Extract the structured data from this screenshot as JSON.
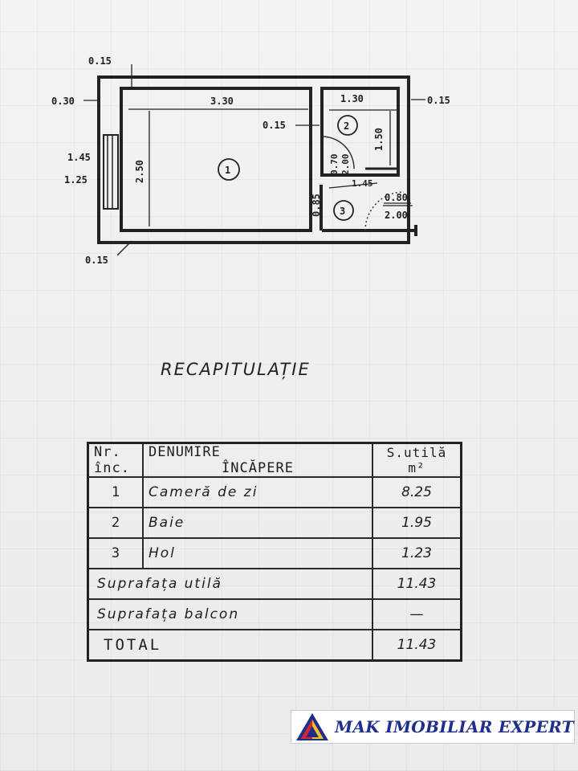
{
  "plan": {
    "dims": {
      "d015_top": "0.15",
      "d030": "0.30",
      "d330": "3.30",
      "d130": "1.30",
      "d015_right": "0.15",
      "d015_mid": "0.15",
      "d150": "1.50",
      "d250": "2.50",
      "d145": "1.45",
      "d125": "1.25",
      "d070": "0.70",
      "d200a": "2.00",
      "d145b": "1.45",
      "d085": "0.85",
      "d080": "0.80",
      "d200b": "2.00",
      "d015_bottom": "0.15"
    },
    "rooms": [
      "1",
      "2",
      "3"
    ]
  },
  "title": "RECAPITULAȚIE",
  "table": {
    "header": {
      "nr_line1": "Nr.",
      "nr_line2": "înc.",
      "name_line1": "DENUMIRE",
      "name_line2": "ÎNCĂPERE",
      "area_line1": "S.utilă",
      "area_line2": "m²"
    },
    "rows": [
      {
        "nr": "1",
        "name": "Cameră de zi",
        "area": "8.25"
      },
      {
        "nr": "2",
        "name": "Baie",
        "area": "1.95"
      },
      {
        "nr": "3",
        "name": "Hol",
        "area": "1.23"
      }
    ],
    "summary": [
      {
        "label": "Suprafața utilă",
        "value": "11.43"
      },
      {
        "label": "Suprafața balcon",
        "value": "—"
      },
      {
        "label": "TOTAL",
        "value": "11.43"
      }
    ]
  },
  "logo": {
    "text": "MAK IMOBILIAR EXPERT",
    "colors": {
      "blue": "#1f2e8c",
      "red": "#d7262b",
      "yellow": "#f2c21b"
    }
  }
}
